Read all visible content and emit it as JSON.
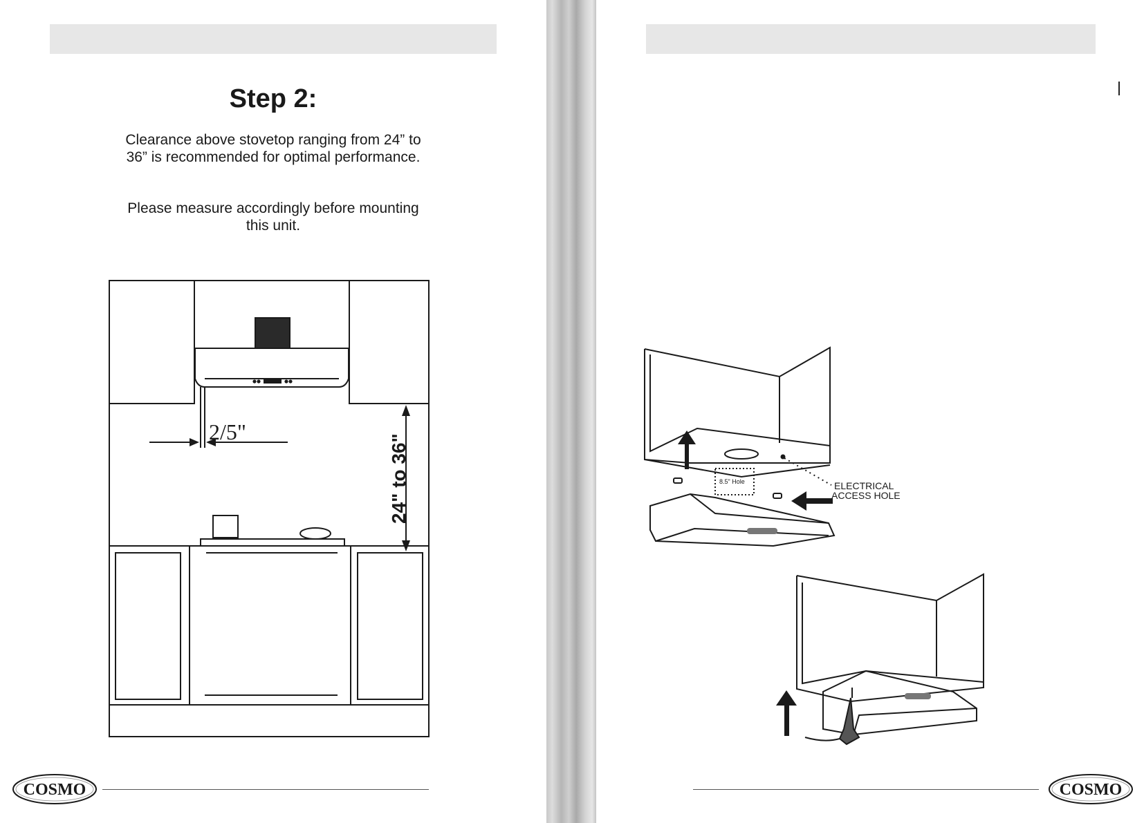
{
  "left_page": {
    "step_title": "Step 2:",
    "description_1": "Clearance above stovetop ranging from 24” to 36” is recommended for optimal performance.",
    "description_2": "Please measure accordingly before mounting this unit.",
    "drawing": {
      "side_gap_label": "2/5\"",
      "clearance_label": "24\" to 36\""
    },
    "logo_text": "COSMO"
  },
  "right_page": {
    "drawing": {
      "hole_label": "8.5\" Hole",
      "electrical_label_line1": "ELECTRICAL",
      "electrical_label_line2": "ACCESS HOLE"
    },
    "logo_text": "COSMO"
  }
}
